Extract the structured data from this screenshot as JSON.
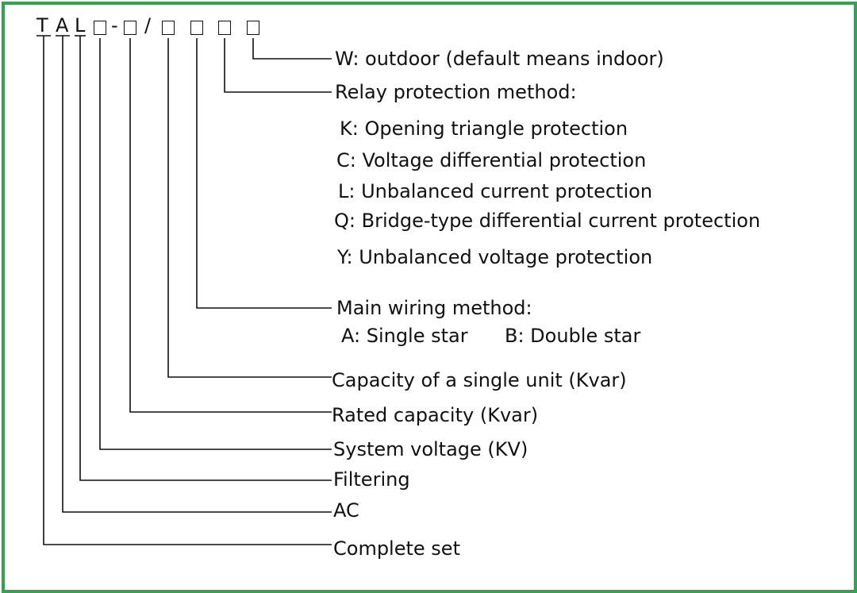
{
  "colors": {
    "frame": "#2ea74a",
    "ink": "#111111"
  },
  "model_code": {
    "letters": [
      "T",
      "A",
      "L"
    ],
    "dash": "-",
    "slash": "/"
  },
  "labels": {
    "outdoor": "W: outdoor (default means indoor)",
    "relay_title": "Relay protection method:",
    "relay_k": "K: Opening triangle protection",
    "relay_c": "C: Voltage differential protection",
    "relay_l": "L: Unbalanced current protection",
    "relay_q": "Q: Bridge-type differential current protection",
    "relay_y": "Y: Unbalanced voltage protection",
    "wiring_title": "Main wiring method:",
    "wiring_a": "A: Single star",
    "wiring_b": "B: Double star",
    "single_capacity": "Capacity of a single unit (Kvar)",
    "rated_capacity": "Rated capacity (Kvar)",
    "system_voltage": "System voltage (KV)",
    "filtering": "Filtering",
    "ac": "AC",
    "complete_set": "Complete set"
  }
}
